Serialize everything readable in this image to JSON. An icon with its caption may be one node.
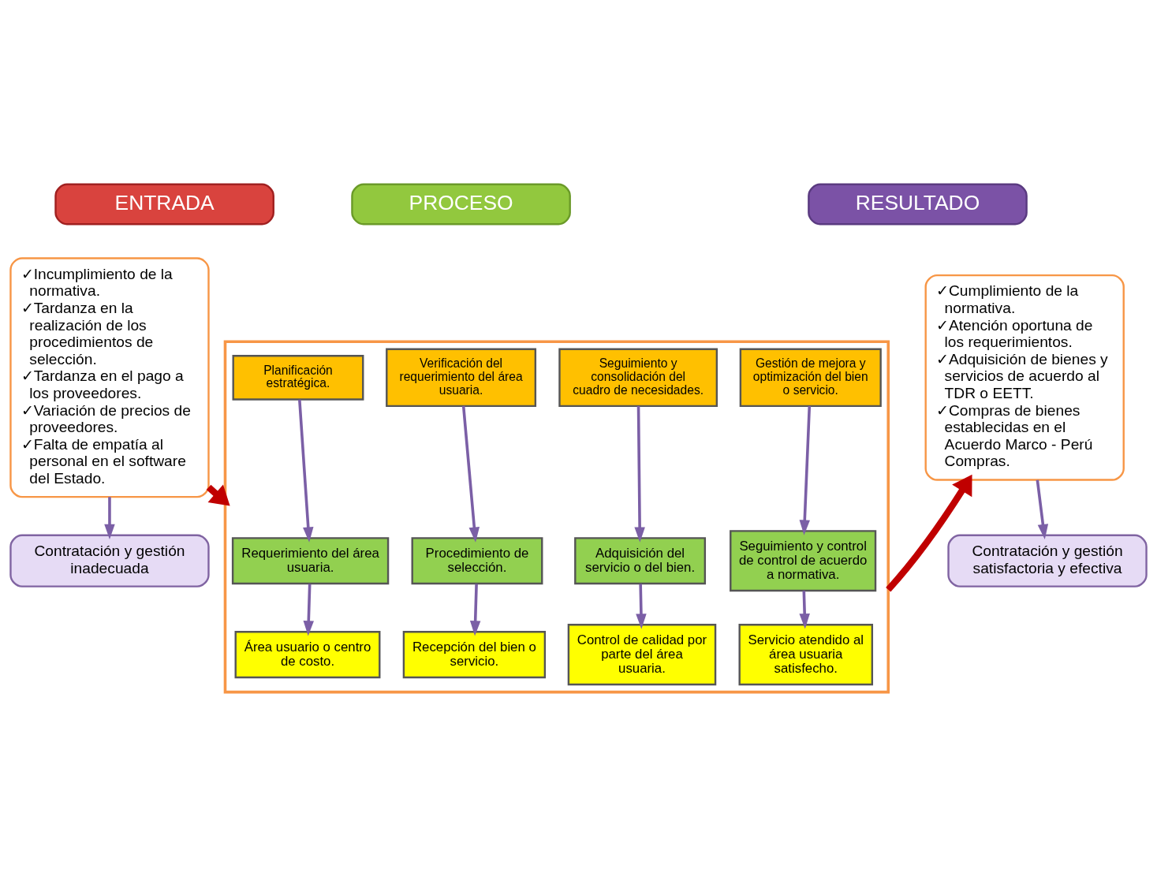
{
  "diagram": {
    "nodes": [
      {
        "text": [
          "ENTRADA"
        ]
      },
      {
        "text": [
          "PROCESO"
        ]
      },
      {
        "text": [
          "RESULTADO"
        ]
      },
      {
        "text": [
          "✓Incumplimiento de la normativa.",
          "✓Tardanza en la realización de los procedimientos de selección.",
          "✓Tardanza en el pago a los proveedores.",
          "✓Variación de precios de proveedores.",
          "✓Falta de empatía al personal en el software del Estado."
        ]
      },
      {
        "text": [],
        "shape": "box"
      },
      {
        "text": [
          "Planificación estratégica."
        ],
        "in": 4
      },
      {
        "text": [
          "Verificación del requerimiento del área usuaria."
        ],
        "in": 4
      },
      {
        "text": [
          "Seguimiento y consolidación del cuadro de necesidades."
        ],
        "in": 4
      },
      {
        "text": [
          "Gestión de mejora y optimización del bien o servicio."
        ],
        "in": 4
      },
      {
        "text": [
          "Requerimiento del área usuaria."
        ],
        "in": 4
      },
      {
        "text": [
          "Procedimiento de selección."
        ],
        "in": 4
      },
      {
        "text": [
          "Adquisición del servicio o del bien."
        ],
        "in": 4
      },
      {
        "text": [
          "Seguimiento y control de control de acuerdo a normativa."
        ],
        "in": 4
      },
      {
        "text": [
          "Área usuario o centro de costo."
        ],
        "in": 4
      },
      {
        "text": [
          "Recepción del bien o servicio."
        ],
        "in": 4
      },
      {
        "text": [
          "Control de calidad por parte del área usuaria."
        ],
        "in": 4
      },
      {
        "text": [
          "Servicio atendido al área usuaria satisfecho."
        ],
        "in": 4
      },
      {
        "text": [
          "✓Cumplimiento de la normativa.",
          "✓Atención oportuna de los requerimientos.",
          "✓Adquisición de bienes y servicios de acuerdo al TDR o EETT.",
          "✓Compras de bienes establecidas en el Acuerdo Marco - Perú Compras."
        ]
      },
      {
        "text": [
          "Contratación y gestión inadecuada"
        ]
      },
      {
        "text": [
          "Contratación y gestión satisfactoria y efectiva"
        ]
      }
    ],
    "edges": [
      {
        "from": 5,
        "to": 9,
        "arrow": "to"
      },
      {
        "from": 6,
        "to": 10,
        "arrow": "to"
      },
      {
        "from": 7,
        "to": 11,
        "arrow": "to"
      },
      {
        "from": 8,
        "to": 12,
        "arrow": "to"
      },
      {
        "from": 9,
        "to": 13,
        "arrow": "to"
      },
      {
        "from": 10,
        "to": 14,
        "arrow": "to"
      },
      {
        "from": 11,
        "to": 15,
        "arrow": "to"
      },
      {
        "from": 12,
        "to": 16,
        "arrow": "to"
      },
      {
        "from": 3,
        "to": 18,
        "arrow": "to"
      },
      {
        "from": 17,
        "to": 19,
        "arrow": "to"
      },
      {
        "from": 3,
        "to": 4,
        "arrow": "to",
        "style": "thick",
        "color": "#c00000"
      },
      {
        "from": 4,
        "to": 17,
        "arrow": "to",
        "style": "thick",
        "color": "#c00000"
      }
    ]
  }
}
